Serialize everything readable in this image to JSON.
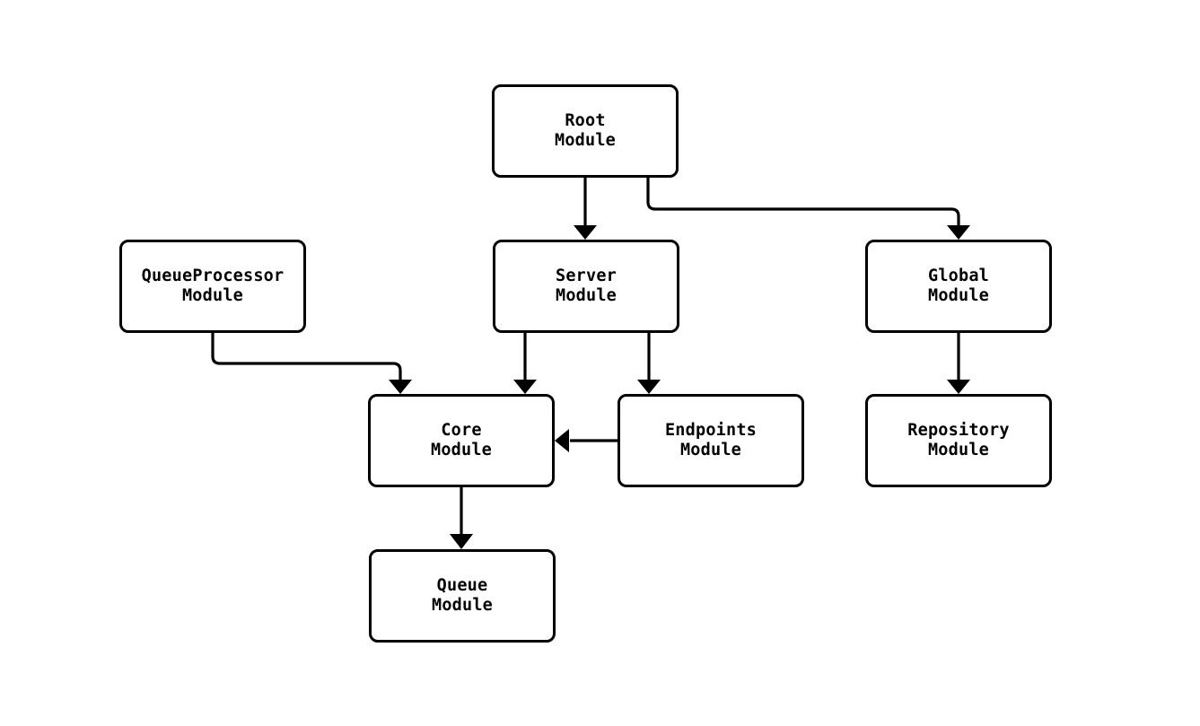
{
  "diagram": {
    "title": "module-dependency-diagram",
    "background_color": "#ffffff",
    "stroke_color": "#000000",
    "node_fill_color": "#ffffff",
    "node_text_color": "#000000",
    "nodes": [
      {
        "id": "root",
        "label": "Root\nModule"
      },
      {
        "id": "queueprocessor",
        "label": "QueueProcessor\nModule"
      },
      {
        "id": "server",
        "label": "Server\nModule"
      },
      {
        "id": "global",
        "label": "Global\nModule"
      },
      {
        "id": "core",
        "label": "Core\nModule"
      },
      {
        "id": "endpoints",
        "label": "Endpoints\nModule"
      },
      {
        "id": "repository",
        "label": "Repository\nModule"
      },
      {
        "id": "queue",
        "label": "Queue\nModule"
      }
    ],
    "edges": [
      {
        "from": "root",
        "to": "server"
      },
      {
        "from": "root",
        "to": "global"
      },
      {
        "from": "queueprocessor",
        "to": "core"
      },
      {
        "from": "server",
        "to": "core"
      },
      {
        "from": "server",
        "to": "endpoints"
      },
      {
        "from": "endpoints",
        "to": "core"
      },
      {
        "from": "global",
        "to": "repository"
      },
      {
        "from": "core",
        "to": "queue"
      }
    ]
  }
}
